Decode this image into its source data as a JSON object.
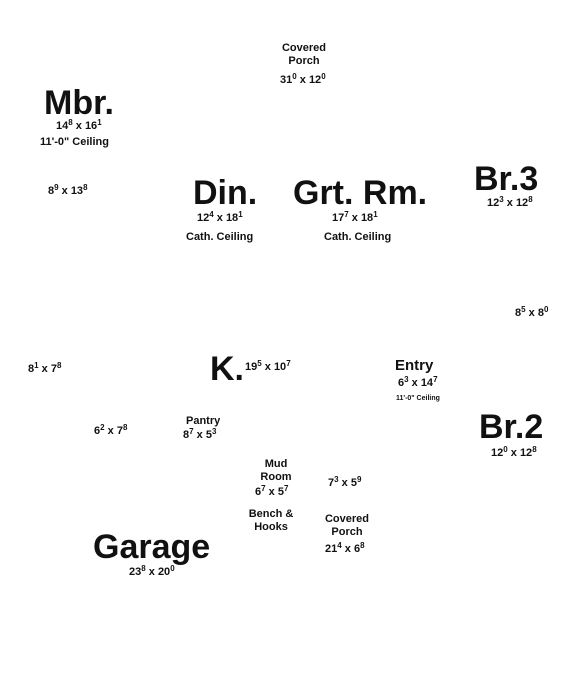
{
  "plan": {
    "covered_porch_top": {
      "line1": "Covered",
      "line2": "Porch",
      "dim": [
        "31",
        "0",
        "x 12",
        "0"
      ]
    },
    "mbr": {
      "name": "Mbr.",
      "dim": [
        "14",
        "8",
        "x 16",
        "1"
      ],
      "note": "11'-0\" Ceiling"
    },
    "left_room_1": {
      "dim": [
        "8",
        "9",
        "x 13",
        "8"
      ]
    },
    "din": {
      "name": "Din.",
      "dim": [
        "12",
        "4",
        "x 18",
        "1"
      ],
      "note": "Cath. Ceiling"
    },
    "grt": {
      "name": "Grt. Rm.",
      "dim": [
        "17",
        "7",
        "x 18",
        "1"
      ],
      "note": "Cath. Ceiling"
    },
    "br3": {
      "name": "Br.3",
      "dim": [
        "12",
        "3",
        "x 12",
        "8"
      ]
    },
    "right_room": {
      "dim": [
        "8",
        "5",
        "x 8",
        "0"
      ]
    },
    "left_room_2": {
      "dim": [
        "8",
        "1",
        "x 7",
        "8"
      ]
    },
    "kitchen": {
      "name": "K.",
      "dim": [
        "19",
        "5",
        "x 10",
        "7"
      ]
    },
    "entry": {
      "name": "Entry",
      "dim": [
        "6",
        "3",
        "x 14",
        "7"
      ],
      "note": "11'-0\" Ceiling"
    },
    "left_room_3": {
      "dim": [
        "6",
        "2",
        "x 7",
        "8"
      ]
    },
    "pantry": {
      "name": "Pantry",
      "dim": [
        "8",
        "7",
        "x 5",
        "3"
      ]
    },
    "br2": {
      "name": "Br.2",
      "dim": [
        "12",
        "0",
        "x 12",
        "8"
      ]
    },
    "mud_room": {
      "line1": "Mud",
      "line2": "Room",
      "dim": [
        "6",
        "7",
        "x 5",
        "7"
      ]
    },
    "closet": {
      "dim": [
        "7",
        "3",
        "x 5",
        "9"
      ]
    },
    "bench": {
      "line1": "Bench &",
      "line2": "Hooks"
    },
    "covered_porch_bottom": {
      "line1": "Covered",
      "line2": "Porch",
      "dim": [
        "21",
        "4",
        "x 6",
        "8"
      ]
    },
    "garage": {
      "name": "Garage",
      "dim": [
        "23",
        "8",
        "x 20",
        "0"
      ]
    }
  }
}
